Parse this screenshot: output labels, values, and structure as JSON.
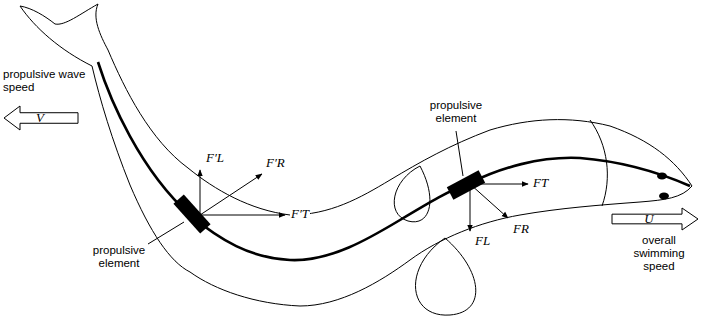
{
  "diagram": {
    "nodes": [
      {
        "text": [
          "propulsive wave speed",
          "V"
        ]
      },
      {
        "text": [
          "U",
          "overall swimming speed"
        ]
      }
    ],
    "labels": [
      "F′L",
      "F′R",
      "F′T",
      "propulsive element",
      "propulsive element",
      "FT",
      "FL",
      "FR"
    ]
  }
}
